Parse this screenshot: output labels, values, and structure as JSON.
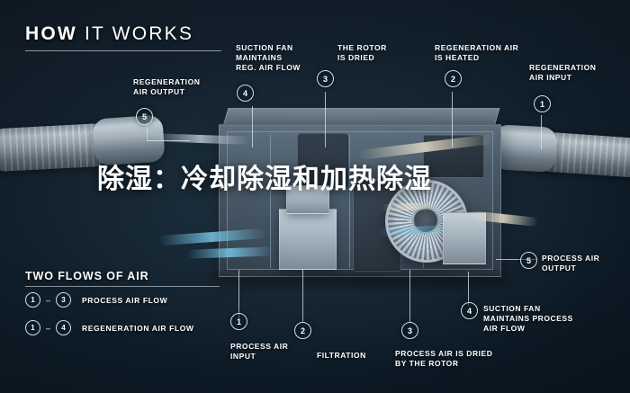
{
  "header": {
    "title_bold": "HOW",
    "title_rest": "IT WORKS"
  },
  "overlay": {
    "headline": "除湿：冷却除湿和加热除湿"
  },
  "legend": {
    "title": "TWO FLOWS OF AIR",
    "rows": [
      {
        "from": "1",
        "to": "3",
        "dash": "–",
        "label": "PROCESS AIR FLOW"
      },
      {
        "from": "1",
        "to": "4",
        "dash": "–",
        "label": "REGENERATION AIR FLOW"
      }
    ]
  },
  "callouts": [
    {
      "num": "5",
      "text": "REGENERATION\nAIR OUTPUT"
    },
    {
      "num": "4",
      "text": "SUCTION FAN\nMAINTAINS\nREG. AIR FLOW"
    },
    {
      "num": "3",
      "text": "THE ROTOR\nIS DRIED"
    },
    {
      "num": "2",
      "text": "REGENERATION AIR\nIS HEATED"
    },
    {
      "num": "1",
      "text": "REGENERATION\nAIR INPUT"
    },
    {
      "num": "5",
      "text": "PROCESS AIR\nOUTPUT"
    },
    {
      "num": "4",
      "text": "SUCTION FAN\nMAINTAINS PROCESS\nAIR FLOW"
    },
    {
      "num": "3",
      "text": "PROCESS AIR IS DRIED\nBY THE ROTOR"
    },
    {
      "num": "2",
      "text": "FILTRATION"
    },
    {
      "num": "1",
      "text": "PROCESS AIR\nINPUT"
    }
  ],
  "colors": {
    "background": "#0d1822",
    "accent_blue": "#78cdf0",
    "accent_cream": "#f7e9cd",
    "text": "#ffffff"
  }
}
